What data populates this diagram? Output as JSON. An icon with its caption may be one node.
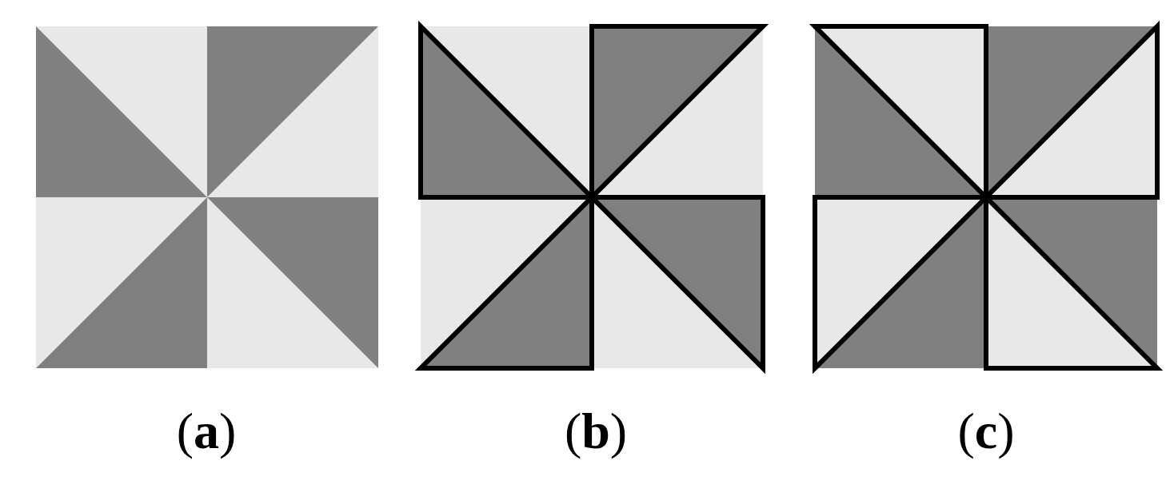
{
  "diagram": {
    "labels": [
      "(**a**)",
      "(**b**)",
      "(**c**)"
    ]
  }
}
